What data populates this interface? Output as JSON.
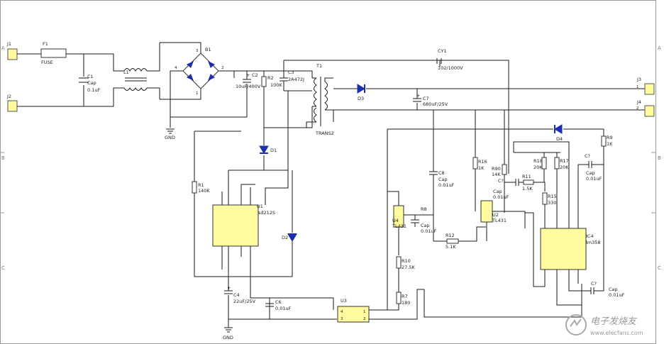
{
  "frame": {
    "rows": [
      "A",
      "B",
      "C"
    ]
  },
  "connectors": {
    "j1": "J1",
    "j2": "J2",
    "j3": "J3",
    "j4": "J4",
    "pin1": "1",
    "pin2": "2"
  },
  "input_stage": {
    "f1_ref": "F1",
    "f1_val": "FUSE",
    "c1_ref": "C1",
    "c1_type": "Cap",
    "c1_val": "0.1uF",
    "l1_ref": "L1",
    "b1_ref": "B1",
    "b1_pin4": "4",
    "b1_pin2": "2",
    "b1_pin3": "3",
    "b1_pin1": "1",
    "gnd1": "GND"
  },
  "primary": {
    "c2_ref": "C2",
    "c2_val": "10uF/400V",
    "r2_ref": "R2",
    "r2_val": "100K",
    "c3_ref": "C3",
    "c3_val": "2A472J",
    "t1_ref": "T1",
    "t1_val": "TRANS2",
    "d1_ref": "D1",
    "r1_ref": "R1",
    "r1_val": "140K",
    "u1_ref": "U1",
    "u1_val": "sd212S",
    "d2_ref": "D2",
    "c4_ref": "C4",
    "c4_val": "22uF/25V",
    "c6_ref": "C6",
    "c6_val": "0.01uF",
    "gnd2": "GND"
  },
  "secondary": {
    "cy1_ref": "CY1",
    "cy1_val": "102/1000V",
    "d3_ref": "D3",
    "c7_ref": "C7",
    "c7_val": "680uF/25V",
    "d4_ref": "D4",
    "r9_ref": "R9",
    "r9_val": "1K",
    "c8_ref": "C8",
    "c8_type": "Cap",
    "c8_val": "0.01uF",
    "c9_ref": "C?",
    "c9_type": "Cap",
    "c9_val": "0.01uF",
    "r16_ref": "R16",
    "r16_val": "1K",
    "r90_ref": "R90",
    "r90_val": "14K",
    "r18_ref": "R18",
    "r18_val": "20K",
    "r17_ref": "R17",
    "r17_val": "20K",
    "r11_ref": "R11",
    "r11_val": "1.5K",
    "r15_ref": "R15",
    "r15_val": "330",
    "c10_ref": "C?",
    "c10_type": "Cap",
    "c10_val": "0.01uF",
    "u2_ref": "U2",
    "u2_val": "TL431",
    "u4_ref": "U4",
    "u4_val": "TL431",
    "r8_ref": "R8",
    "r8_type": "Cap",
    "r8_val": "0.01uF",
    "r12_ref": "R12",
    "r12_val": "5.1K",
    "r10_ref": "R10",
    "r10_val": "27.5K",
    "r7_ref": "R7",
    "r7_val": "180",
    "u3_ref": "U3",
    "u3_pin4": "4",
    "u3_pin3": "3",
    "u3_pin1": "1",
    "u3_pin2": "2",
    "ic4_ref": "IC4",
    "ic4_val": "lm358",
    "c11_ref": "C?",
    "c11_type": "Cap",
    "c11_val": "0.01uF"
  },
  "watermark": {
    "text": "电子发烧友",
    "url": "www.elecfans.com"
  }
}
